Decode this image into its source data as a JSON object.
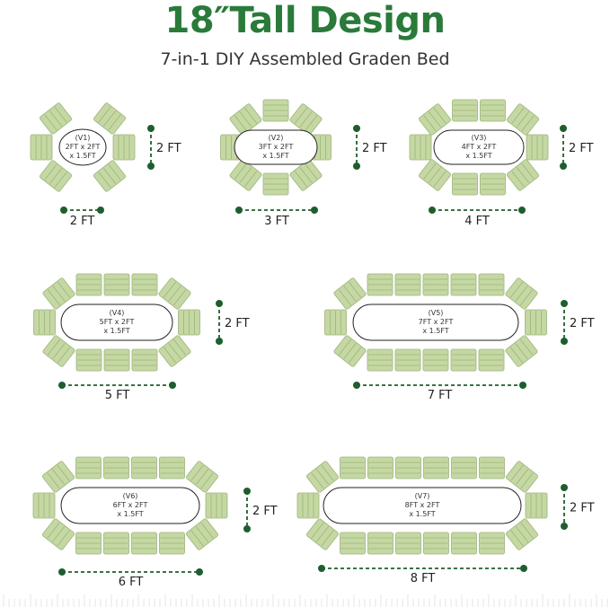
{
  "title": "18″Tall Design",
  "subtitle": "7-in-1 DIY Assembled Graden Bed",
  "colors": {
    "title": "#2a7a3a",
    "panel_fill": "#c5d8a4",
    "panel_stroke": "#9db37a",
    "dimension": "#1e5e2e",
    "outline": "#222222"
  },
  "variants": [
    {
      "id": "(V1)",
      "size": "2FT x 2FT",
      "height": "x 1.5FT",
      "width_label": "2 FT",
      "depth_label": "2 FT"
    },
    {
      "id": "(V2)",
      "size": "3FT x 2FT",
      "height": "x 1.5FT",
      "width_label": "3 FT",
      "depth_label": "2 FT"
    },
    {
      "id": "(V3)",
      "size": "4FT x 2FT",
      "height": "x 1.5FT",
      "width_label": "4 FT",
      "depth_label": "2 FT"
    },
    {
      "id": "(V4)",
      "size": "5FT x 2FT",
      "height": "x 1.5FT",
      "width_label": "5 FT",
      "depth_label": "2 FT"
    },
    {
      "id": "(V5)",
      "size": "7FT x 2FT",
      "height": "x 1.5FT",
      "width_label": "7 FT",
      "depth_label": "2 FT"
    },
    {
      "id": "(V6)",
      "size": "6FT x 2FT",
      "height": "x 1.5FT",
      "width_label": "6 FT",
      "depth_label": "2 FT"
    },
    {
      "id": "(V7)",
      "size": "8FT x 2FT",
      "height": "x 1.5FT",
      "width_label": "8 FT",
      "depth_label": "2 FT"
    }
  ]
}
